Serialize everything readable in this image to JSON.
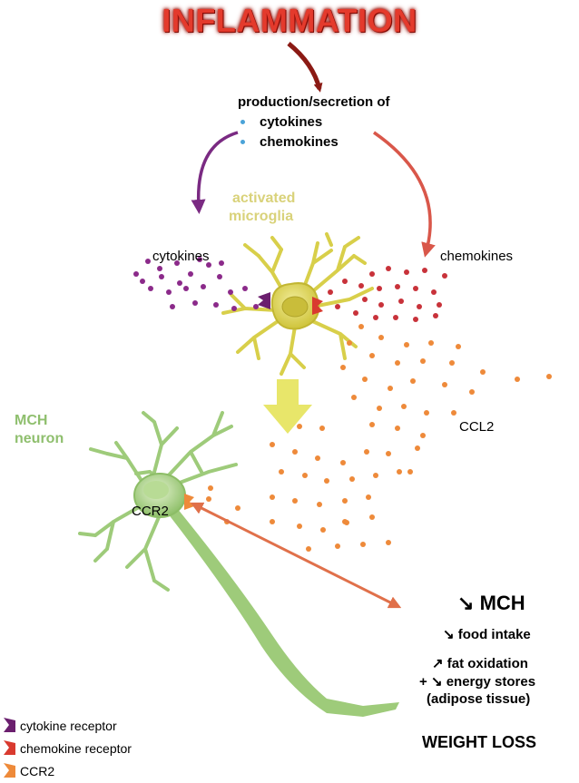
{
  "title": "INFLAMMATION",
  "production": {
    "heading": "production/secretion of",
    "items": [
      "cytokines",
      "chemokines"
    ]
  },
  "labels": {
    "activated_microglia_line1": "activated",
    "activated_microglia_line2": "microglia",
    "cytokines": "cytokines",
    "chemokines": "chemokines",
    "ccl2": "CCL2",
    "mch_neuron_line1": "MCH",
    "mch_neuron_line2": "neuron",
    "ccr2": "CCR2"
  },
  "effects": {
    "mch": "MCH",
    "food_intake": "food intake",
    "fat_oxidation": "fat oxidation",
    "energy_stores": "energy stores",
    "adipose": "(adipose tissue)",
    "weight_loss": "WEIGHT LOSS",
    "plus": "+"
  },
  "legend": [
    {
      "label": "cytokine receptor",
      "color": "#6b1f6e"
    },
    {
      "label": "chemokine receptor",
      "color": "#d93a2f"
    },
    {
      "label": "CCR2",
      "color": "#ee8a3a"
    }
  ],
  "colors": {
    "cytokine_dot": "#8b2a8a",
    "chemokine_dot": "#c8323a",
    "ccl2_dot": "#ee8a3a",
    "microglia": "#d8cf4a",
    "neuron": "#9ecb7a",
    "down_arrow": "#e8e66a"
  }
}
